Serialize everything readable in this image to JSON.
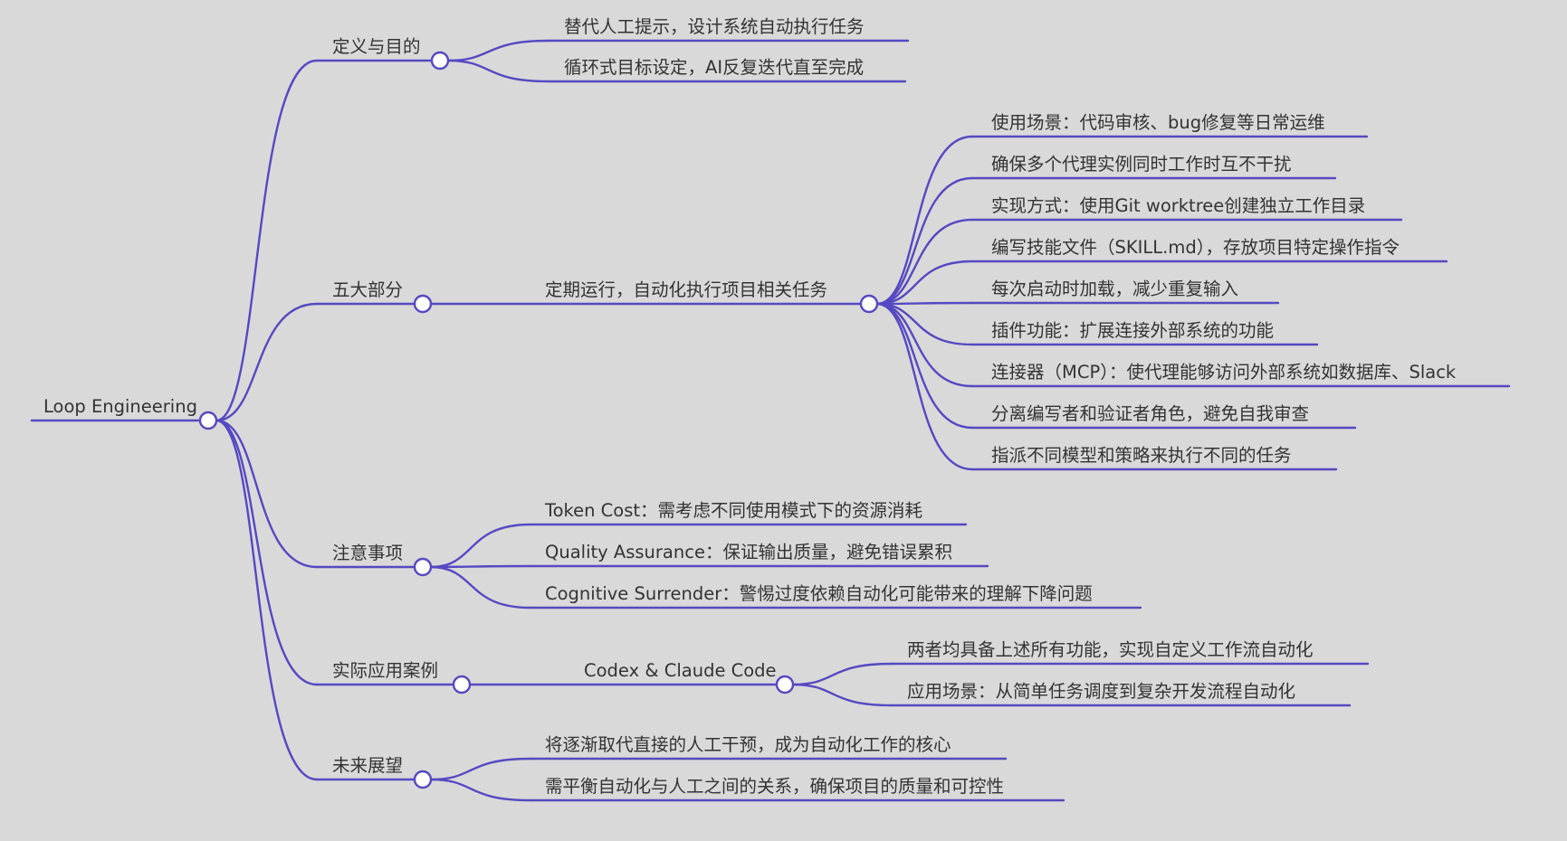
{
  "colors": {
    "background": "#d9d9d9",
    "line": "#5549c2",
    "text": "#333333",
    "node_fill": "#ffffff"
  },
  "root": {
    "label": "Loop Engineering",
    "children": [
      {
        "label": "定义与目的",
        "children": [
          {
            "label": "替代人工提示，设计系统自动执行任务"
          },
          {
            "label": "循环式目标设定，AI反复迭代直至完成"
          }
        ]
      },
      {
        "label": "五大部分",
        "children": [
          {
            "label": "定期运行，自动化执行项目相关任务",
            "children": [
              {
                "label": "使用场景：代码审核、bug修复等日常运维"
              },
              {
                "label": "确保多个代理实例同时工作时互不干扰"
              },
              {
                "label": "实现方式：使用Git worktree创建独立工作目录"
              },
              {
                "label": "编写技能文件（SKILL.md），存放项目特定操作指令"
              },
              {
                "label": "每次启动时加载，减少重复输入"
              },
              {
                "label": "插件功能：扩展连接外部系统的功能"
              },
              {
                "label": "连接器（MCP）：使代理能够访问外部系统如数据库、Slack"
              },
              {
                "label": "分离编写者和验证者角色，避免自我审查"
              },
              {
                "label": "指派不同模型和策略来执行不同的任务"
              }
            ]
          }
        ]
      },
      {
        "label": "注意事项",
        "children": [
          {
            "label": "Token Cost：需考虑不同使用模式下的资源消耗"
          },
          {
            "label": "Quality Assurance：保证输出质量，避免错误累积"
          },
          {
            "label": "Cognitive Surrender：警惕过度依赖自动化可能带来的理解下降问题"
          }
        ]
      },
      {
        "label": "实际应用案例",
        "children": [
          {
            "label": "Codex & Claude Code",
            "children": [
              {
                "label": "两者均具备上述所有功能，实现自定义工作流自动化"
              },
              {
                "label": "应用场景：从简单任务调度到复杂开发流程自动化"
              }
            ]
          }
        ]
      },
      {
        "label": "未来展望",
        "children": [
          {
            "label": "将逐渐取代直接的人工干预，成为自动化工作的核心"
          },
          {
            "label": "需平衡自动化与人工之间的关系，确保项目的质量和可控性"
          }
        ]
      }
    ]
  }
}
